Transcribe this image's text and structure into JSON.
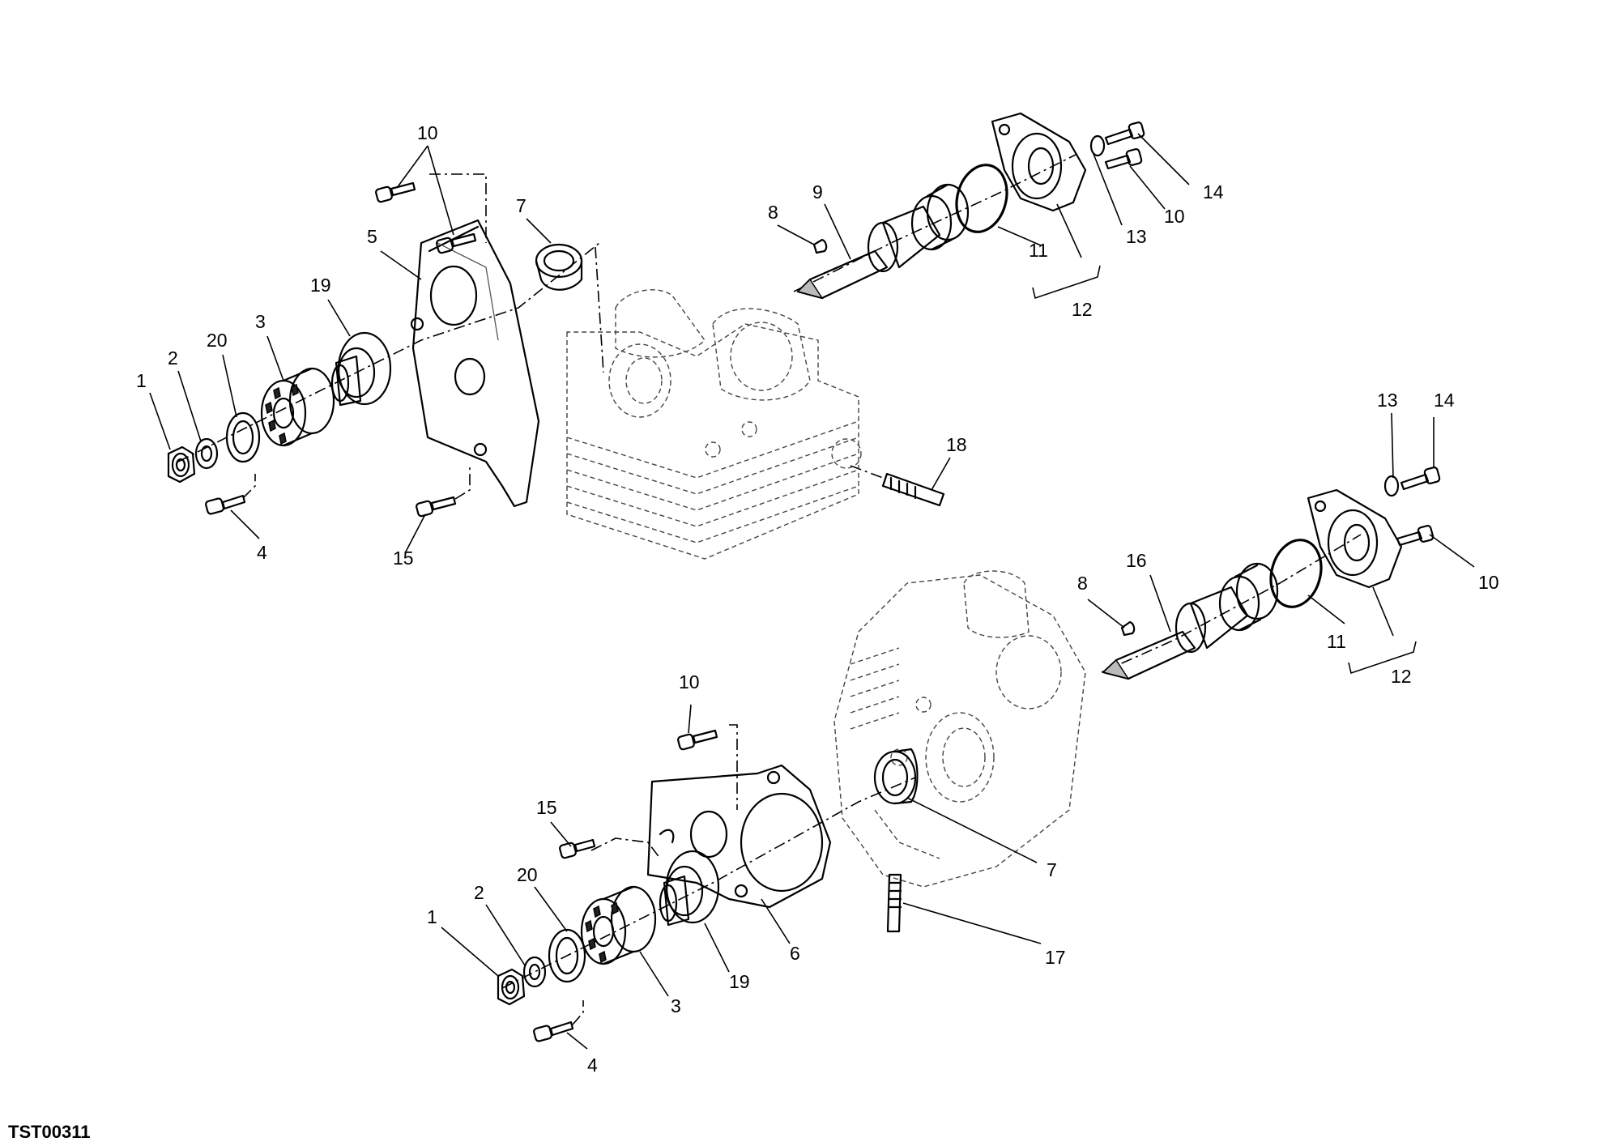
{
  "figure_code": "TST00311",
  "callouts": {
    "top": {
      "p1": "1",
      "p2": "2",
      "p20": "20",
      "p3": "3",
      "p19": "19",
      "p5": "5",
      "p10a": "10",
      "p7": "7",
      "p8": "8",
      "p9": "9",
      "p4": "4",
      "p15": "15",
      "p18": "18",
      "p11": "11",
      "p12": "12",
      "p13": "13",
      "p10b": "10",
      "p14": "14"
    },
    "bottom": {
      "p13": "13",
      "p14": "14",
      "p8": "8",
      "p16": "16",
      "p10r": "10",
      "p11": "11",
      "p12": "12",
      "p10": "10",
      "p15": "15",
      "p20": "20",
      "p2": "2",
      "p1": "1",
      "p7": "7",
      "p19": "19",
      "p6": "6",
      "p3": "3",
      "p17": "17",
      "p4": "4"
    }
  }
}
